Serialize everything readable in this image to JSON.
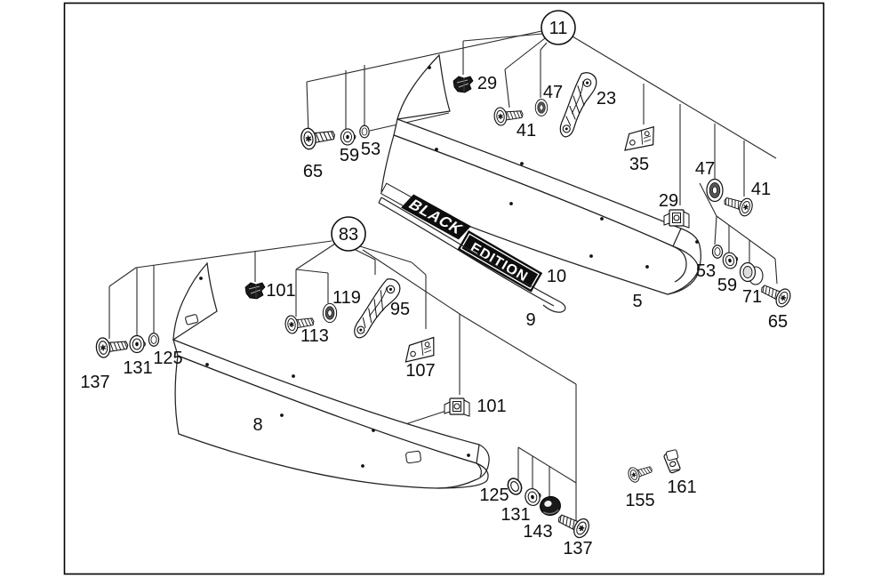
{
  "colors": {
    "ink": "#1a1a1a",
    "paper": "#ffffff"
  },
  "diagram": {
    "callouts": {
      "top": {
        "label": "11"
      },
      "bottom": {
        "label": "83"
      }
    },
    "badge": {
      "black": "BLACK",
      "edition": "EDITION"
    },
    "parts": {
      "screw_65_left": {
        "label": "65"
      },
      "washer_59_left": {
        "label": "59"
      },
      "ring_53_left": {
        "label": "53"
      },
      "clip_29_top": {
        "label": "29"
      },
      "screw_41_top": {
        "label": "41"
      },
      "washer_47_top": {
        "label": "47"
      },
      "bracket_23": {
        "label": "23"
      },
      "bracket_35": {
        "label": "35"
      },
      "clip_29_right": {
        "label": "29"
      },
      "washer_47_right": {
        "label": "47"
      },
      "screw_41_right": {
        "label": "41"
      },
      "ring_53_right": {
        "label": "53"
      },
      "washer_59_right": {
        "label": "59"
      },
      "grommet_71": {
        "label": "71"
      },
      "screw_65_right": {
        "label": "65"
      },
      "emblem_10": {
        "label": "10"
      },
      "spoiler_5": {
        "label": "5"
      },
      "strip_9": {
        "label": "9"
      },
      "clip_101_top": {
        "label": "101"
      },
      "washer_119": {
        "label": "119"
      },
      "bracket_95": {
        "label": "95"
      },
      "screw_113": {
        "label": "113"
      },
      "ring_125_left": {
        "label": "125"
      },
      "washer_131_left": {
        "label": "131"
      },
      "screw_137_left": {
        "label": "137"
      },
      "bracket_107": {
        "label": "107"
      },
      "clip_101_bottom": {
        "label": "101"
      },
      "spoiler_8": {
        "label": "8"
      },
      "ring_125_bottom": {
        "label": "125"
      },
      "washer_131_bottom": {
        "label": "131"
      },
      "grommet_143": {
        "label": "143"
      },
      "screw_137_bottom": {
        "label": "137"
      },
      "screw_155": {
        "label": "155"
      },
      "clipnut_161": {
        "label": "161"
      }
    }
  }
}
